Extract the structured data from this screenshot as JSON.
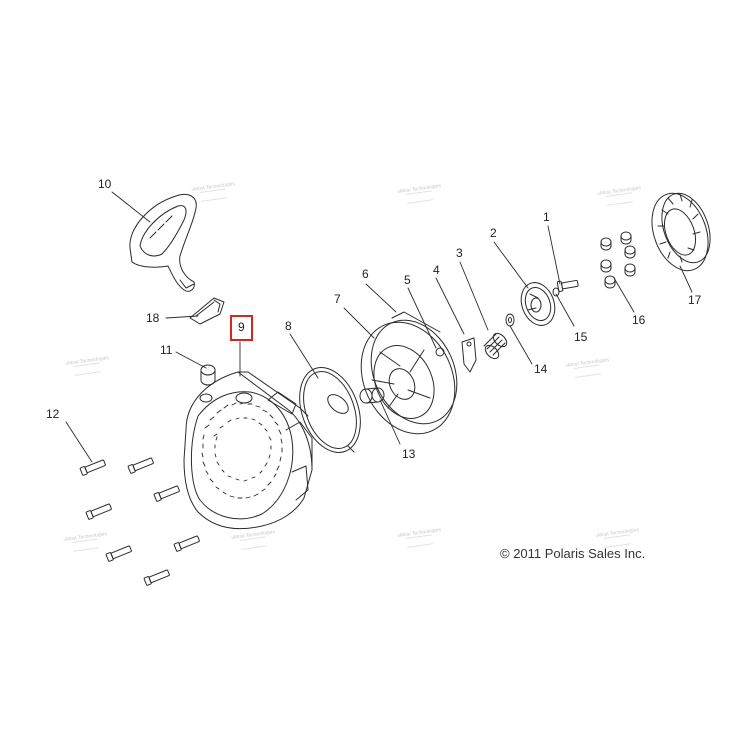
{
  "diagram": {
    "callouts": [
      {
        "id": "1",
        "label": "1"
      },
      {
        "id": "2",
        "label": "2"
      },
      {
        "id": "3",
        "label": "3"
      },
      {
        "id": "4",
        "label": "4"
      },
      {
        "id": "5",
        "label": "5"
      },
      {
        "id": "6",
        "label": "6"
      },
      {
        "id": "7",
        "label": "7"
      },
      {
        "id": "8",
        "label": "8"
      },
      {
        "id": "9",
        "label": "9",
        "highlighted": true
      },
      {
        "id": "10",
        "label": "10"
      },
      {
        "id": "11",
        "label": "11"
      },
      {
        "id": "12",
        "label": "12"
      },
      {
        "id": "13",
        "label": "13"
      },
      {
        "id": "14",
        "label": "14"
      },
      {
        "id": "15",
        "label": "15"
      },
      {
        "id": "16",
        "label": "16"
      },
      {
        "id": "17",
        "label": "17"
      },
      {
        "id": "18",
        "label": "18"
      }
    ],
    "copyright": "© 2011 Polaris Sales Inc.",
    "watermark": "vMost Technologies",
    "colors": {
      "line": "#2b2b2b",
      "highlight": "#d9261c",
      "watermark": "#c9c9c9"
    }
  }
}
